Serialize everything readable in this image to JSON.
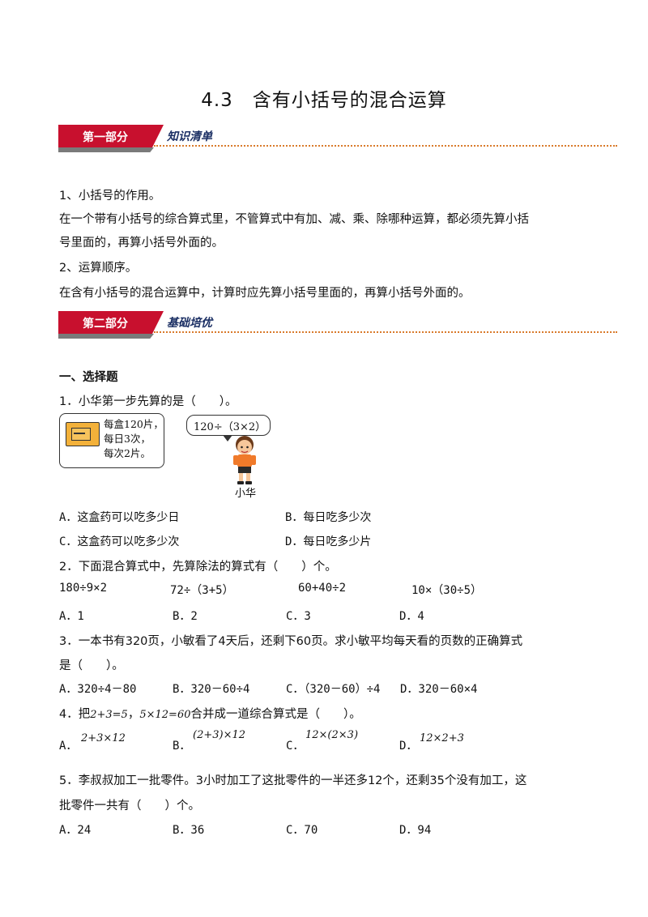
{
  "title": "4.3　含有小括号的混合运算",
  "sections": [
    {
      "tab": "第一部分",
      "subtitle": "知识清单"
    },
    {
      "tab": "第二部分",
      "subtitle": "基础培优"
    }
  ],
  "knowledge": [
    "1、小括号的作用。",
    "在一个带有小括号的综合算式里，不管算式中有加、减、乘、除哪种运算，都必须先算小括",
    "号里面的，再算小括号外面的。",
    "2、运算顺序。",
    "在含有小括号的混合运算中，计算时应先算小括号里面的，再算小括号外面的。"
  ],
  "part_heading": "一、选择题",
  "q1": {
    "stem": "1．小华第一步先算的是（　　）。",
    "box_lines": [
      "每盒120片，",
      "每日3次，",
      "每次2片。"
    ],
    "bubble": "120÷（3×2）",
    "name": "小华",
    "options": [
      "A．这盒药可以吃多少日",
      "B．每日吃多少次",
      "C．这盒药可以吃多少次",
      "D．每日吃多少片"
    ]
  },
  "q2": {
    "stem": "2．下面混合算式中，先算除法的算式有（　　）个。",
    "exprs": [
      "180÷9×2",
      "72÷（3+5）",
      "60+40÷2",
      "10×（30÷5）"
    ],
    "options": [
      "A．1",
      "B．2",
      "C．3",
      "D．4"
    ]
  },
  "q3": {
    "stem1": "3．一本书有320页，小敏看了4天后，还剩下60页。求小敏平均每天看的页数的正确算式",
    "stem2": "是（　　）。",
    "options": [
      "A．320÷4－80",
      "B．320－60÷4",
      "C．（320－60）÷4",
      "D．320－60×4"
    ]
  },
  "q4": {
    "stem_a": "4．把",
    "f1": "2+3=5",
    "sep": "，",
    "f2": "5×12=60",
    "stem_b": "合并成一道综合算式是（　　）。",
    "labels": [
      "A．",
      "B．",
      "C．",
      "D．"
    ],
    "formulas": [
      "2+3×12",
      "(2+3)×12",
      "12×(2×3)",
      "12×2+3"
    ]
  },
  "q5": {
    "stem1": "5．李叔叔加工一批零件。3小时加工了这批零件的一半还多12个，还剩35个没有加工，这",
    "stem2": "批零件一共有（　　）个。",
    "options": [
      "A．24",
      "B．36",
      "C．70",
      "D．94"
    ]
  },
  "colors": {
    "banner": "#c8102e",
    "subtitle": "#1a2e63",
    "dots": "#d97a2b"
  }
}
